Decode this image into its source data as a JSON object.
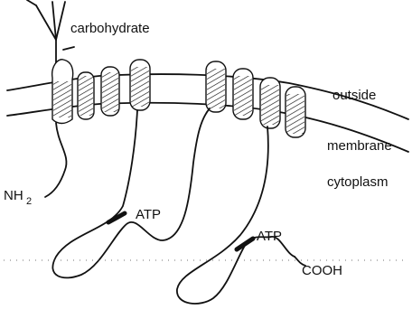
{
  "labels": {
    "carbohydrate": "carbohydrate",
    "outside": "outside",
    "membrane": "membrane",
    "cytoplasm": "cytoplasm",
    "nh2_main": "NH",
    "nh2_sub": "2",
    "atp_1": "ATP",
    "atp_2": "ATP",
    "cooh": "COOH"
  }
}
